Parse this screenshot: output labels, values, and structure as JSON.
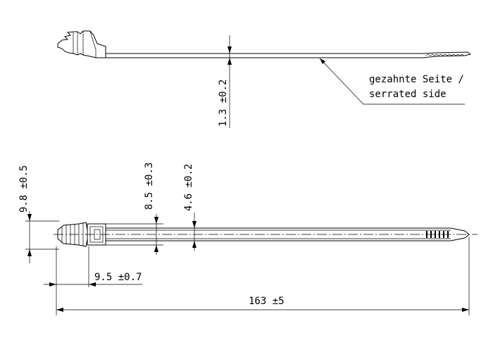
{
  "side_view": {
    "serrated_note": [
      "gezahnte Seite /",
      "serrated side"
    ],
    "thickness": "1.3 ±0.2"
  },
  "top_view": {
    "head_height": "9.8 ±0.5",
    "head_width": "8.5 ±0.3",
    "strap_width": "4.6 ±0.2",
    "anchor_length": "9.5 ±0.7",
    "overall_length": "163 ±5"
  }
}
